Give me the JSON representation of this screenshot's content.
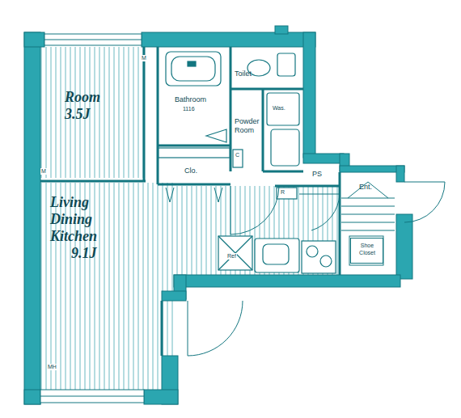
{
  "diagram": {
    "nodes": [
      {
        "text": [
          "Room",
          "3.5J"
        ]
      },
      {
        "text": [
          "Bathroom",
          "1116"
        ]
      },
      {
        "text": [
          "Toilet"
        ]
      },
      {
        "text": [
          "Powder Room"
        ]
      },
      {
        "text": [
          "Clo."
        ]
      },
      {
        "text": [
          "PS"
        ]
      },
      {
        "text": [
          "Ent."
        ]
      },
      {
        "text": [
          "Shoe Closet"
        ],
        "in": 6
      },
      {
        "text": [
          "Living Dining Kitchen",
          "9.1J"
        ]
      }
    ],
    "edges": [],
    "labels": [
      "Was.",
      "R",
      "C",
      "M",
      "M",
      "MH",
      "Ref"
    ]
  }
}
